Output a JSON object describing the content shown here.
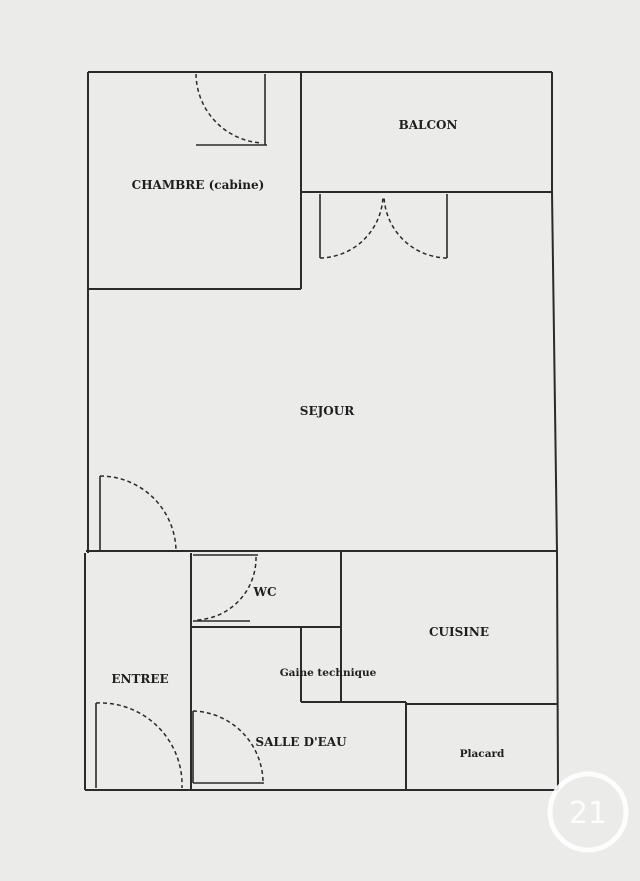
{
  "rooms": {
    "chambre": "CHAMBRE (cabine)",
    "balcon": "BALCON",
    "sejour": "SEJOUR",
    "wc": "WC",
    "cuisine": "CUISINE",
    "gaine": "Gaine technique",
    "entree": "ENTREE",
    "salle_eau": "SALLE D'EAU",
    "placard": "Placard"
  },
  "logo": {
    "text": "21",
    "color": "#ffffff"
  },
  "colors": {
    "paper": "#ebebea",
    "ink": "#2a2a2a"
  }
}
